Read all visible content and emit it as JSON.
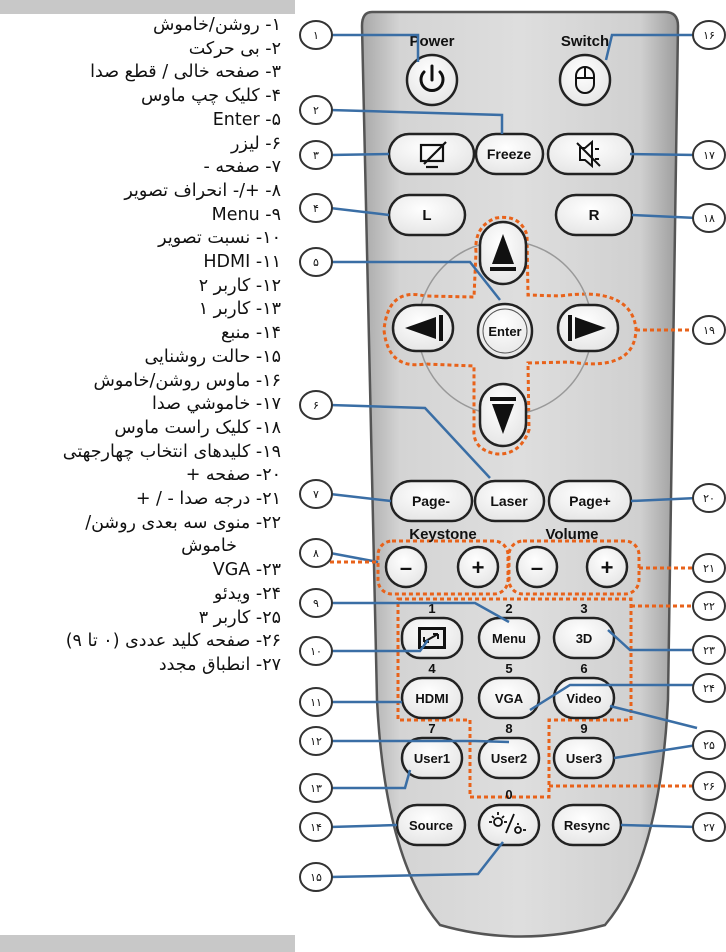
{
  "legend": [
    "۱-  روشن/خاموش",
    "۲-  بی حرکت",
    "۳-  صفحه خالی / قطع صدا",
    "۴-  کلیک چپ ماوس",
    "۵-  Enter",
    "۶-  لیزر",
    "۷-  صفحه -",
    "۸-  +/- انحراف تصویر",
    "۹-  Menu",
    "۱۰- نسبت تصویر",
    "۱۱- HDMI",
    "۱۲- کاربر ۲",
    "۱۳- کاربر ۱",
    "۱۴- منبع",
    "۱۵- حالت روشنایی",
    "۱۶- ماوس روشن/خاموش",
    "۱۷- خاموشي صدا",
    "۱۸- کلیک راست ماوس",
    "۱۹- کلیدهای انتخاب چهارجهتی",
    "۲۰- صفحه +",
    "۲۱- درجه صدا - / +",
    "۲۲- منوی سه بعدی روشن/",
    "خاموش",
    "۲۳- VGA",
    "۲۴- ویدئو",
    "۲۵- کاربر ۳",
    "۲۶- صفحه کلید عددی (۰ تا ۹)",
    "۲۷- انطباق مجدد"
  ],
  "remote": {
    "power_label": "Power",
    "switch_label": "Switch",
    "freeze_label": "Freeze",
    "l_label": "L",
    "r_label": "R",
    "enter_label": "Enter",
    "laser_label": "Laser",
    "page_minus_label": "Page-",
    "page_plus_label": "Page+",
    "keystone_label": "Keystone",
    "volume_label": "Volume",
    "minus_sign": "–",
    "plus_sign": "+",
    "menu_label": "Menu",
    "three_d_label": "3D",
    "hdmi_label": "HDMI",
    "vga_label": "VGA",
    "video_label": "Video",
    "user1_label": "User1",
    "user2_label": "User2",
    "user3_label": "User3",
    "source_label": "Source",
    "resync_label": "Resync",
    "key_numbers": [
      "1",
      "2",
      "3",
      "4",
      "5",
      "6",
      "7",
      "8",
      "9",
      "0"
    ]
  },
  "badges": {
    "b1": "۱",
    "b2": "۲",
    "b3": "۳",
    "b4": "۴",
    "b5": "۵",
    "b6": "۶",
    "b7": "۷",
    "b8": "۸",
    "b9": "۹",
    "b10": "۱۰",
    "b11": "۱۱",
    "b12": "۱۲",
    "b13": "۱۳",
    "b14": "۱۴",
    "b15": "۱۵",
    "b16": "۱۶",
    "b17": "۱۷",
    "b18": "۱۸",
    "b19": "۱۹",
    "b20": "۲۰",
    "b21": "۲۱",
    "b22": "۲۲",
    "b23": "۲۳",
    "b24": "۲۴",
    "b25": "۲۵",
    "b26": "۲۶",
    "b27": "۲۷"
  },
  "colors": {
    "remote_body": "#c8c8c8",
    "dashed_highlight": "#e8621a",
    "callout_line": "#3a6ea5"
  }
}
